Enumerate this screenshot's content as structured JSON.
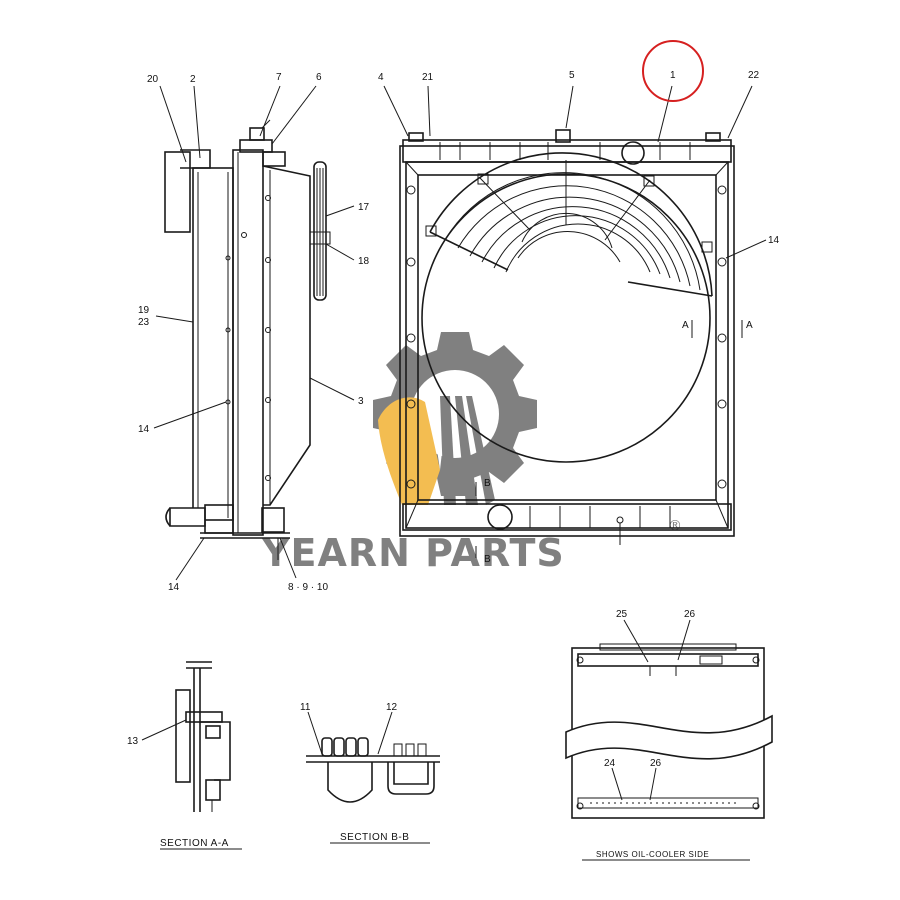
{
  "callouts": {
    "c20": "20",
    "c2": "2",
    "c7": "7",
    "c6": "6",
    "c4": "4",
    "c21": "21",
    "c5": "5",
    "c1": "1",
    "c22": "22",
    "c17": "17",
    "c18": "18",
    "c14_right": "14",
    "c19_23": "19\n23",
    "c19": "19",
    "c23": "23",
    "cA1": "A",
    "cA2": "A",
    "c3": "3",
    "c14_mid": "14",
    "cB1": "B",
    "cB2": "B",
    "c14_bottom": "14",
    "c8_9_10": "8 · 9 · 10",
    "c25": "25",
    "c26_top": "26",
    "c24": "24",
    "c26_bottom": "26",
    "c13": "13",
    "c11": "11",
    "c12": "12"
  },
  "sections": {
    "a": "SECTION A-A",
    "b": "SECTION B-B",
    "oil": "SHOWS OIL-COOLER SIDE"
  },
  "watermark": {
    "brand": "YEARN PARTS",
    "registered": "®",
    "gear_color": "#6b6b6b",
    "accent_color": "#f2b233"
  },
  "highlight": {
    "color": "#d62020"
  }
}
